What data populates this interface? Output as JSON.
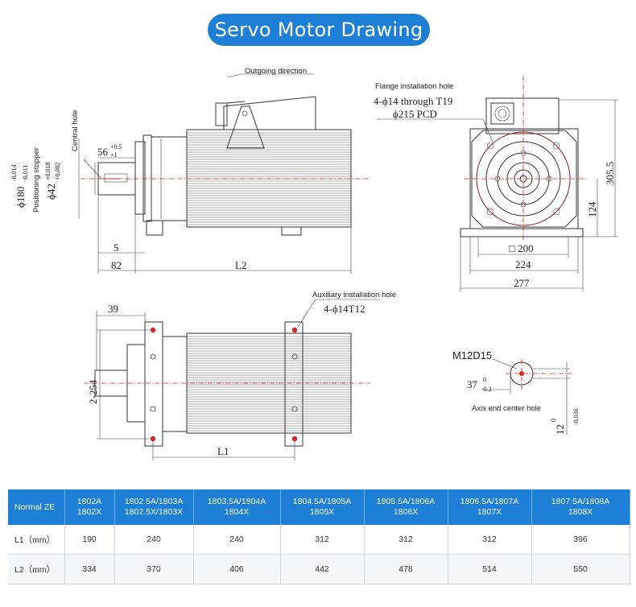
{
  "title": "Servo Motor Drawing",
  "labels": {
    "outgoing_direction": "Outgoing direction",
    "central_hole": "Central hole",
    "positioning_stopper": "Positioning stopper",
    "flange_installation_hole": "Flange installation hole",
    "flange_holes_spec": "4-ϕ14 through T19",
    "pcd": "ϕ215 PCD",
    "auxiliary_installation_hole": "Auxiliary installation hole",
    "aux_holes_spec": "4-ϕ14T12",
    "axis_end_center_hole": "Axis end center hole",
    "m12": "M12D15"
  },
  "dimensions": {
    "shaft_len": "56",
    "shaft_len_tol_up": "+0.5",
    "shaft_len_tol_dn": "+1",
    "flange_dia": "ϕ180",
    "flange_dia_tol_up": "-0.014",
    "flange_dia_tol_dn": "-0.011",
    "shaft_dia": "ϕ42",
    "shaft_dia_tol_up": "+0.018",
    "shaft_dia_tol_dn": "+0.002",
    "d5": "5",
    "d82": "82",
    "L2": "L2",
    "d305": "305.5",
    "d124": "124",
    "d200": "□ 200",
    "d224": "224",
    "d277": "277",
    "d39": "39",
    "d254": "2-254",
    "L1": "L1",
    "d37": "37",
    "d37_tol_up": "0",
    "d37_tol_dn": "-0.2",
    "d12": "12",
    "d12_tol_up": "0",
    "d12_tol_dn": "-0.036"
  },
  "table": {
    "header": [
      "Normal ZE",
      "1802A\n1802X",
      "1802.5A/1803A\n1802.5X/1803X",
      "1803.5A/1804A\n1804X",
      "1804.5A/1805A\n1805X",
      "1805.5A/1806A\n1806X",
      "1806.5A/1807A\n1807X",
      "1807.5A/1808A\n1808X"
    ],
    "rows": [
      [
        "L1（mm）",
        "190",
        "240",
        "240",
        "312",
        "312",
        "312",
        "396"
      ],
      [
        "L2（mm）",
        "334",
        "370",
        "406",
        "442",
        "478",
        "514",
        "550"
      ]
    ]
  },
  "colors": {
    "accent": "#1d7fd6",
    "centerline": "#dd2222"
  }
}
